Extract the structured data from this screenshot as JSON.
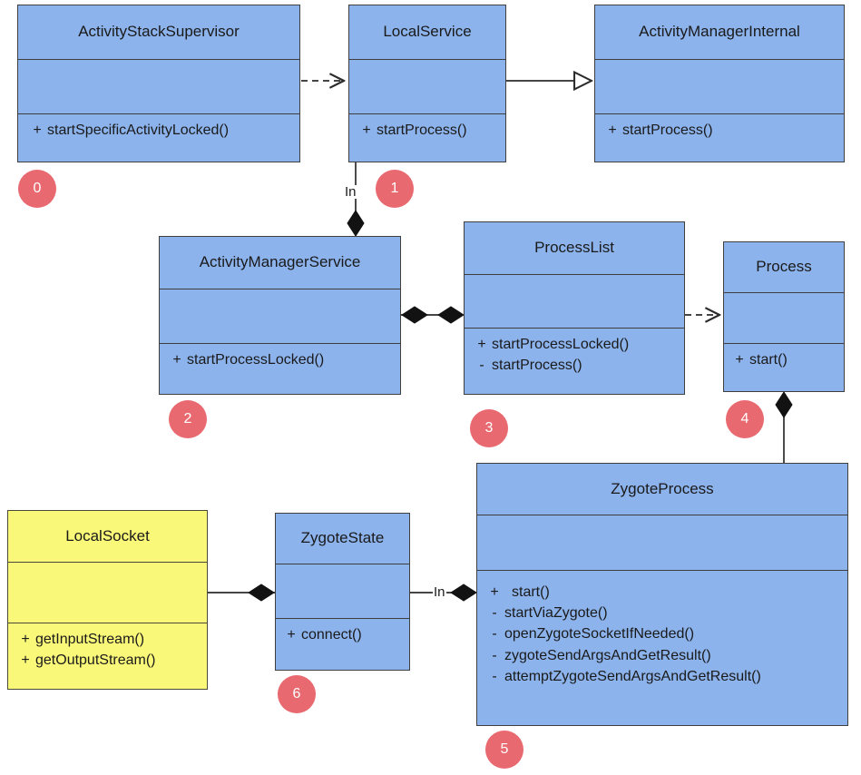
{
  "diagram": {
    "title": "Android process start UML class diagram",
    "colors": {
      "class_fill_blue": "#8cb3ec",
      "class_fill_yellow": "#faf878",
      "class_border": "#3f3f3f",
      "badge_fill": "#e8696f",
      "badge_text": "#ffffff",
      "edge_stroke": "#2b2b2b",
      "canvas_background": "#ffffff"
    },
    "classes": [
      {
        "id": "activity-stack-supervisor",
        "name": "ActivityStackSupervisor",
        "fill": "blue",
        "attributes": [],
        "operations": [
          {
            "visibility": "+",
            "signature": "startSpecificActivityLocked()"
          }
        ],
        "badge": "0"
      },
      {
        "id": "local-service",
        "name": "LocalService",
        "fill": "blue",
        "attributes": [],
        "operations": [
          {
            "visibility": "+",
            "signature": "startProcess()"
          }
        ],
        "badge": "1"
      },
      {
        "id": "activity-manager-internal",
        "name": "ActivityManagerInternal",
        "fill": "blue",
        "attributes": [],
        "operations": [
          {
            "visibility": "+",
            "signature": "startProcess()"
          }
        ],
        "badge": null
      },
      {
        "id": "activity-manager-service",
        "name": "ActivityManagerService",
        "fill": "blue",
        "attributes": [],
        "operations": [
          {
            "visibility": "+",
            "signature": "startProcessLocked()"
          }
        ],
        "badge": "2"
      },
      {
        "id": "process-list",
        "name": "ProcessList",
        "fill": "blue",
        "attributes": [],
        "operations": [
          {
            "visibility": "+",
            "signature": "startProcessLocked()"
          },
          {
            "visibility": "-",
            "signature": "startProcess()"
          }
        ],
        "badge": "3"
      },
      {
        "id": "process",
        "name": "Process",
        "fill": "blue",
        "attributes": [],
        "operations": [
          {
            "visibility": "+",
            "signature": "start()"
          }
        ],
        "badge": "4"
      },
      {
        "id": "zygote-process",
        "name": "ZygoteProcess",
        "fill": "blue",
        "attributes": [],
        "operations": [
          {
            "visibility": "+",
            "signature": "start()"
          },
          {
            "visibility": "-",
            "signature": "startViaZygote()"
          },
          {
            "visibility": "-",
            "signature": "openZygoteSocketIfNeeded()"
          },
          {
            "visibility": "-",
            "signature": "zygoteSendArgsAndGetResult()"
          },
          {
            "visibility": "-",
            "signature": "attemptZygoteSendArgsAndGetResult()"
          }
        ],
        "badge": "5"
      },
      {
        "id": "local-socket",
        "name": "LocalSocket",
        "fill": "yellow",
        "attributes": [],
        "operations": [
          {
            "visibility": "+",
            "signature": "getInputStream()"
          },
          {
            "visibility": "+",
            "signature": "getOutputStream()"
          }
        ],
        "badge": null
      },
      {
        "id": "zygote-state",
        "name": "ZygoteState",
        "fill": "blue",
        "attributes": [],
        "operations": [
          {
            "visibility": "+",
            "signature": "connect()"
          }
        ],
        "badge": "6"
      }
    ],
    "edge_labels": [
      {
        "id": "local-service-to-ams",
        "text": "In"
      },
      {
        "id": "zygote-state-to-zygote-process",
        "text": "In"
      }
    ]
  }
}
